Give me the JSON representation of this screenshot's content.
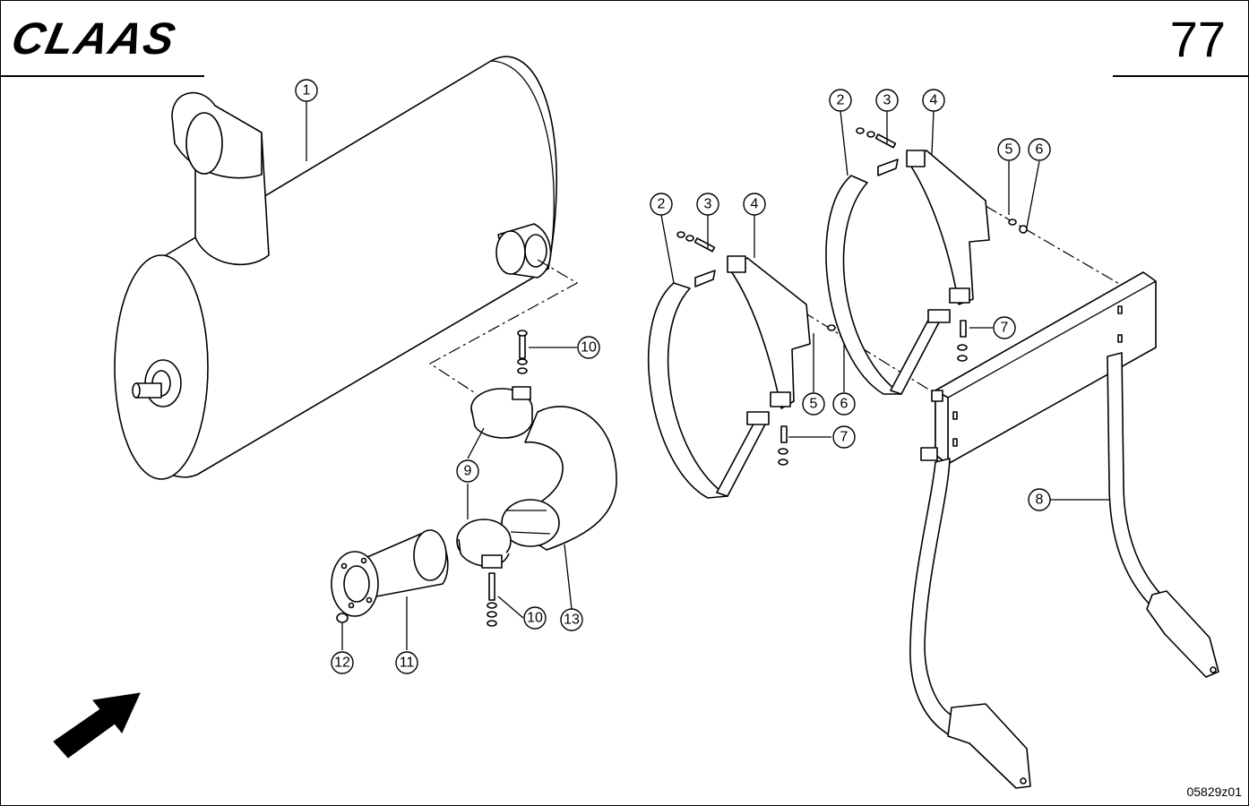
{
  "header": {
    "brand": "CLAAS",
    "page_number": "77"
  },
  "footer": {
    "drawing_id": "05829z01"
  },
  "direction_arrow": {
    "icon": "direction-arrow-icon"
  },
  "callouts": {
    "c1": "1",
    "c2a": "2",
    "c3a": "3",
    "c4a": "4",
    "c5a": "5",
    "c6a": "6",
    "c7a": "7",
    "c2b": "2",
    "c3b": "3",
    "c4b": "4",
    "c5b": "5",
    "c6b": "6",
    "c7b": "7",
    "c8": "8",
    "c9": "9",
    "c10a": "10",
    "c10b": "10",
    "c11": "11",
    "c12": "12",
    "c13": "13"
  }
}
